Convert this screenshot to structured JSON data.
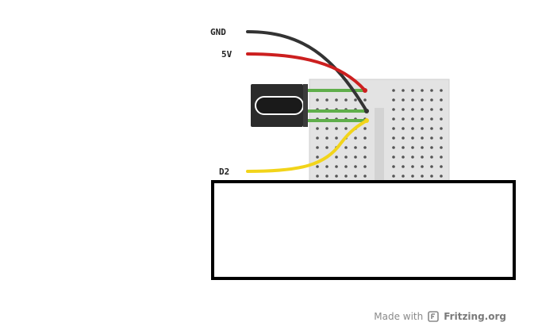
{
  "wire_labels": {
    "gnd": "GND",
    "v5": "5V",
    "d2": "D2"
  },
  "footer": {
    "made_with": "Made with",
    "brand": "Fritzing.org",
    "logo_icon": "fritzing-logo-icon"
  },
  "colors": {
    "wire_gnd": "#333333",
    "wire_5v": "#cc1f1f",
    "wire_d2": "#f2d41a",
    "breadboard": "#e3e3e3",
    "sensor_body": "#2b2b2b",
    "leg_highlight": "#5fae4b"
  }
}
